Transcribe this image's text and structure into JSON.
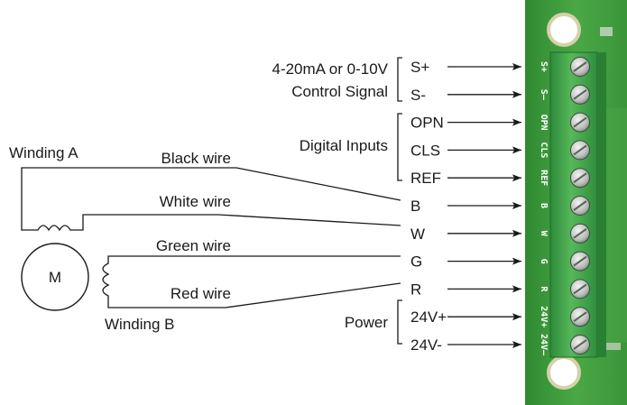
{
  "signal_group": {
    "line1": "4-20mA or 0-10V",
    "line2": "Control Signal"
  },
  "digital_group": {
    "label": "Digital Inputs"
  },
  "power_group": {
    "label": "Power"
  },
  "terminals": [
    {
      "label": "S+",
      "pcb": "S+"
    },
    {
      "label": "S-",
      "pcb": "S–"
    },
    {
      "label": "OPN",
      "pcb": "OPN"
    },
    {
      "label": "CLS",
      "pcb": "CLS"
    },
    {
      "label": "REF",
      "pcb": "REF"
    },
    {
      "label": "B",
      "pcb": "B"
    },
    {
      "label": "W",
      "pcb": "W"
    },
    {
      "label": "G",
      "pcb": "G"
    },
    {
      "label": "R",
      "pcb": "R"
    },
    {
      "label": "24V+",
      "pcb": "24V+"
    },
    {
      "label": "24V-",
      "pcb": "24V–"
    }
  ],
  "motor": {
    "symbol": "M",
    "winding_a": "Winding A",
    "winding_b": "Winding B",
    "wires": {
      "black": "Black wire",
      "white": "White wire",
      "green": "Green wire",
      "red": "Red wire"
    }
  },
  "colors": {
    "pcb": "#3f9a3c",
    "terminal_block": "#3da34a",
    "screw": "#c9ccc9",
    "ink": "#1a1a1a"
  }
}
